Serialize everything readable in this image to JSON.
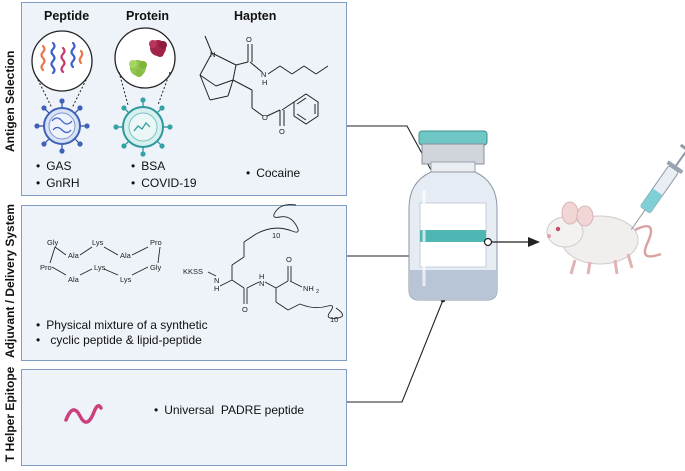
{
  "sections": {
    "antigen": {
      "label": "Antigen Selection",
      "columns": [
        {
          "title": "Peptide",
          "items": [
            "GAS",
            "GnRH"
          ]
        },
        {
          "title": "Protein",
          "items": [
            "BSA",
            "COVID-19"
          ]
        },
        {
          "title": "Hapten",
          "items": [
            "Cocaine"
          ]
        }
      ]
    },
    "adjuvant": {
      "label": "Adjuvant / Delivery System",
      "description": [
        "Physical mixture of a synthetic",
        "cyclic peptide & lipid-peptide"
      ],
      "cyclic_peptide": {
        "top": [
          "Gly",
          "Ala",
          "Lys",
          "Ala",
          "Pro"
        ],
        "bottom": [
          "Pro",
          "Ala",
          "Lys",
          "Lys",
          "Gly"
        ]
      },
      "lipid_peptide": {
        "kkss": "KKSS",
        "nh": "N H",
        "h": "H",
        "n": "N",
        "o": "O",
        "nh2": "NH",
        "sub2": "2",
        "ten_a": "10",
        "ten_b": "10"
      }
    },
    "helper": {
      "label": "T Helper Epitope",
      "item": "Universal  PADRE peptide"
    }
  },
  "hapten_labels": {
    "n": "N",
    "o": "O",
    "o2": "O",
    "o3": "O",
    "h": "H"
  },
  "colors": {
    "panel_fill": "#eef3fa",
    "panel_border": "#7f9dc4",
    "vial_band": "#4fb7b3",
    "vial_cap": "#6fc7c6",
    "padre": "#cc3f7d"
  }
}
